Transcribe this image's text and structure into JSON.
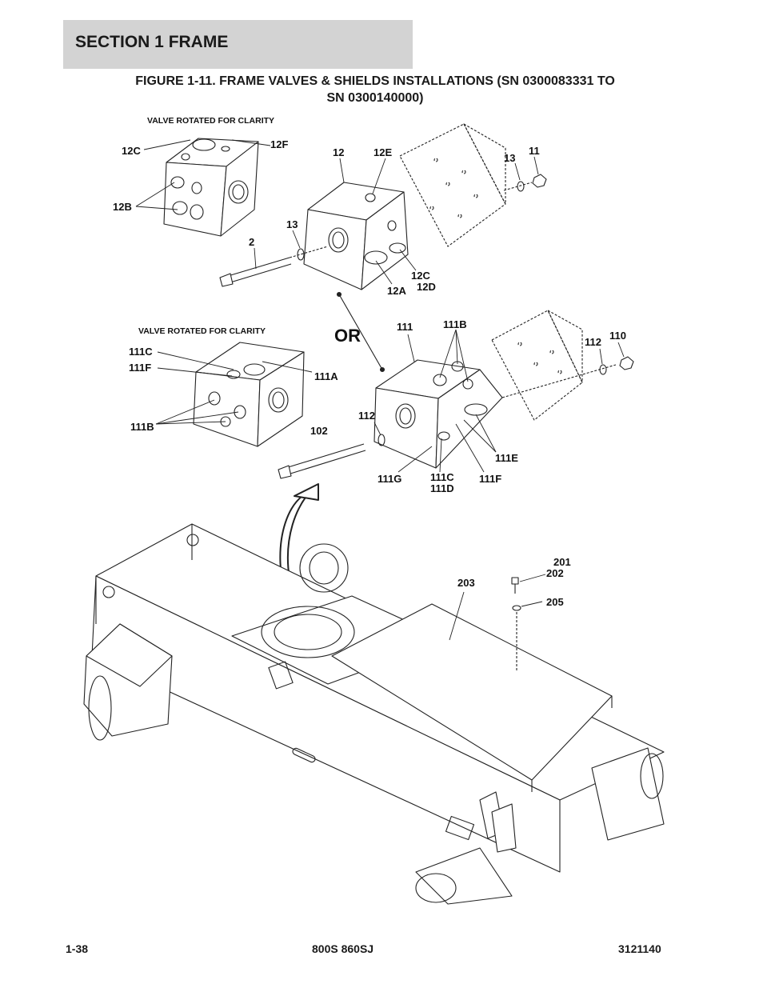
{
  "header": {
    "section_title": "SECTION 1  FRAME"
  },
  "figure": {
    "title_line1": "FIGURE 1-11. FRAME VALVES & SHIELDS INSTALLATIONS (SN 0300083331 TO",
    "title_line2": "SN 0300140000)"
  },
  "notes": {
    "rotated_top": "VALVE ROTATED FOR CLARITY",
    "rotated_bottom": "VALVE ROTATED FOR CLARITY",
    "or": "OR"
  },
  "callouts": {
    "c12C_a": "12C",
    "c12F": "12F",
    "c12B": "12B",
    "c12": "12",
    "c12E": "12E",
    "c13_a": "13",
    "c11": "11",
    "c13_b": "13",
    "c2": "2",
    "c12C_b": "12C",
    "c12D": "12D",
    "c12A": "12A",
    "c111": "111",
    "c111B_a": "111B",
    "c112_a": "112",
    "c110": "110",
    "c111C_a": "111C",
    "c111F_a": "111F",
    "c111A": "111A",
    "c111B_b": "111B",
    "c112_b": "112",
    "c102": "102",
    "c111E": "111E",
    "c111G": "111G",
    "c111C_b": "111C",
    "c111D": "111D",
    "c111F_b": "111F",
    "c201": "201",
    "c202": "202",
    "c203": "203",
    "c205": "205"
  },
  "footer": {
    "page": "1-38",
    "model": "800S 860SJ",
    "doc_number": "3121140"
  }
}
